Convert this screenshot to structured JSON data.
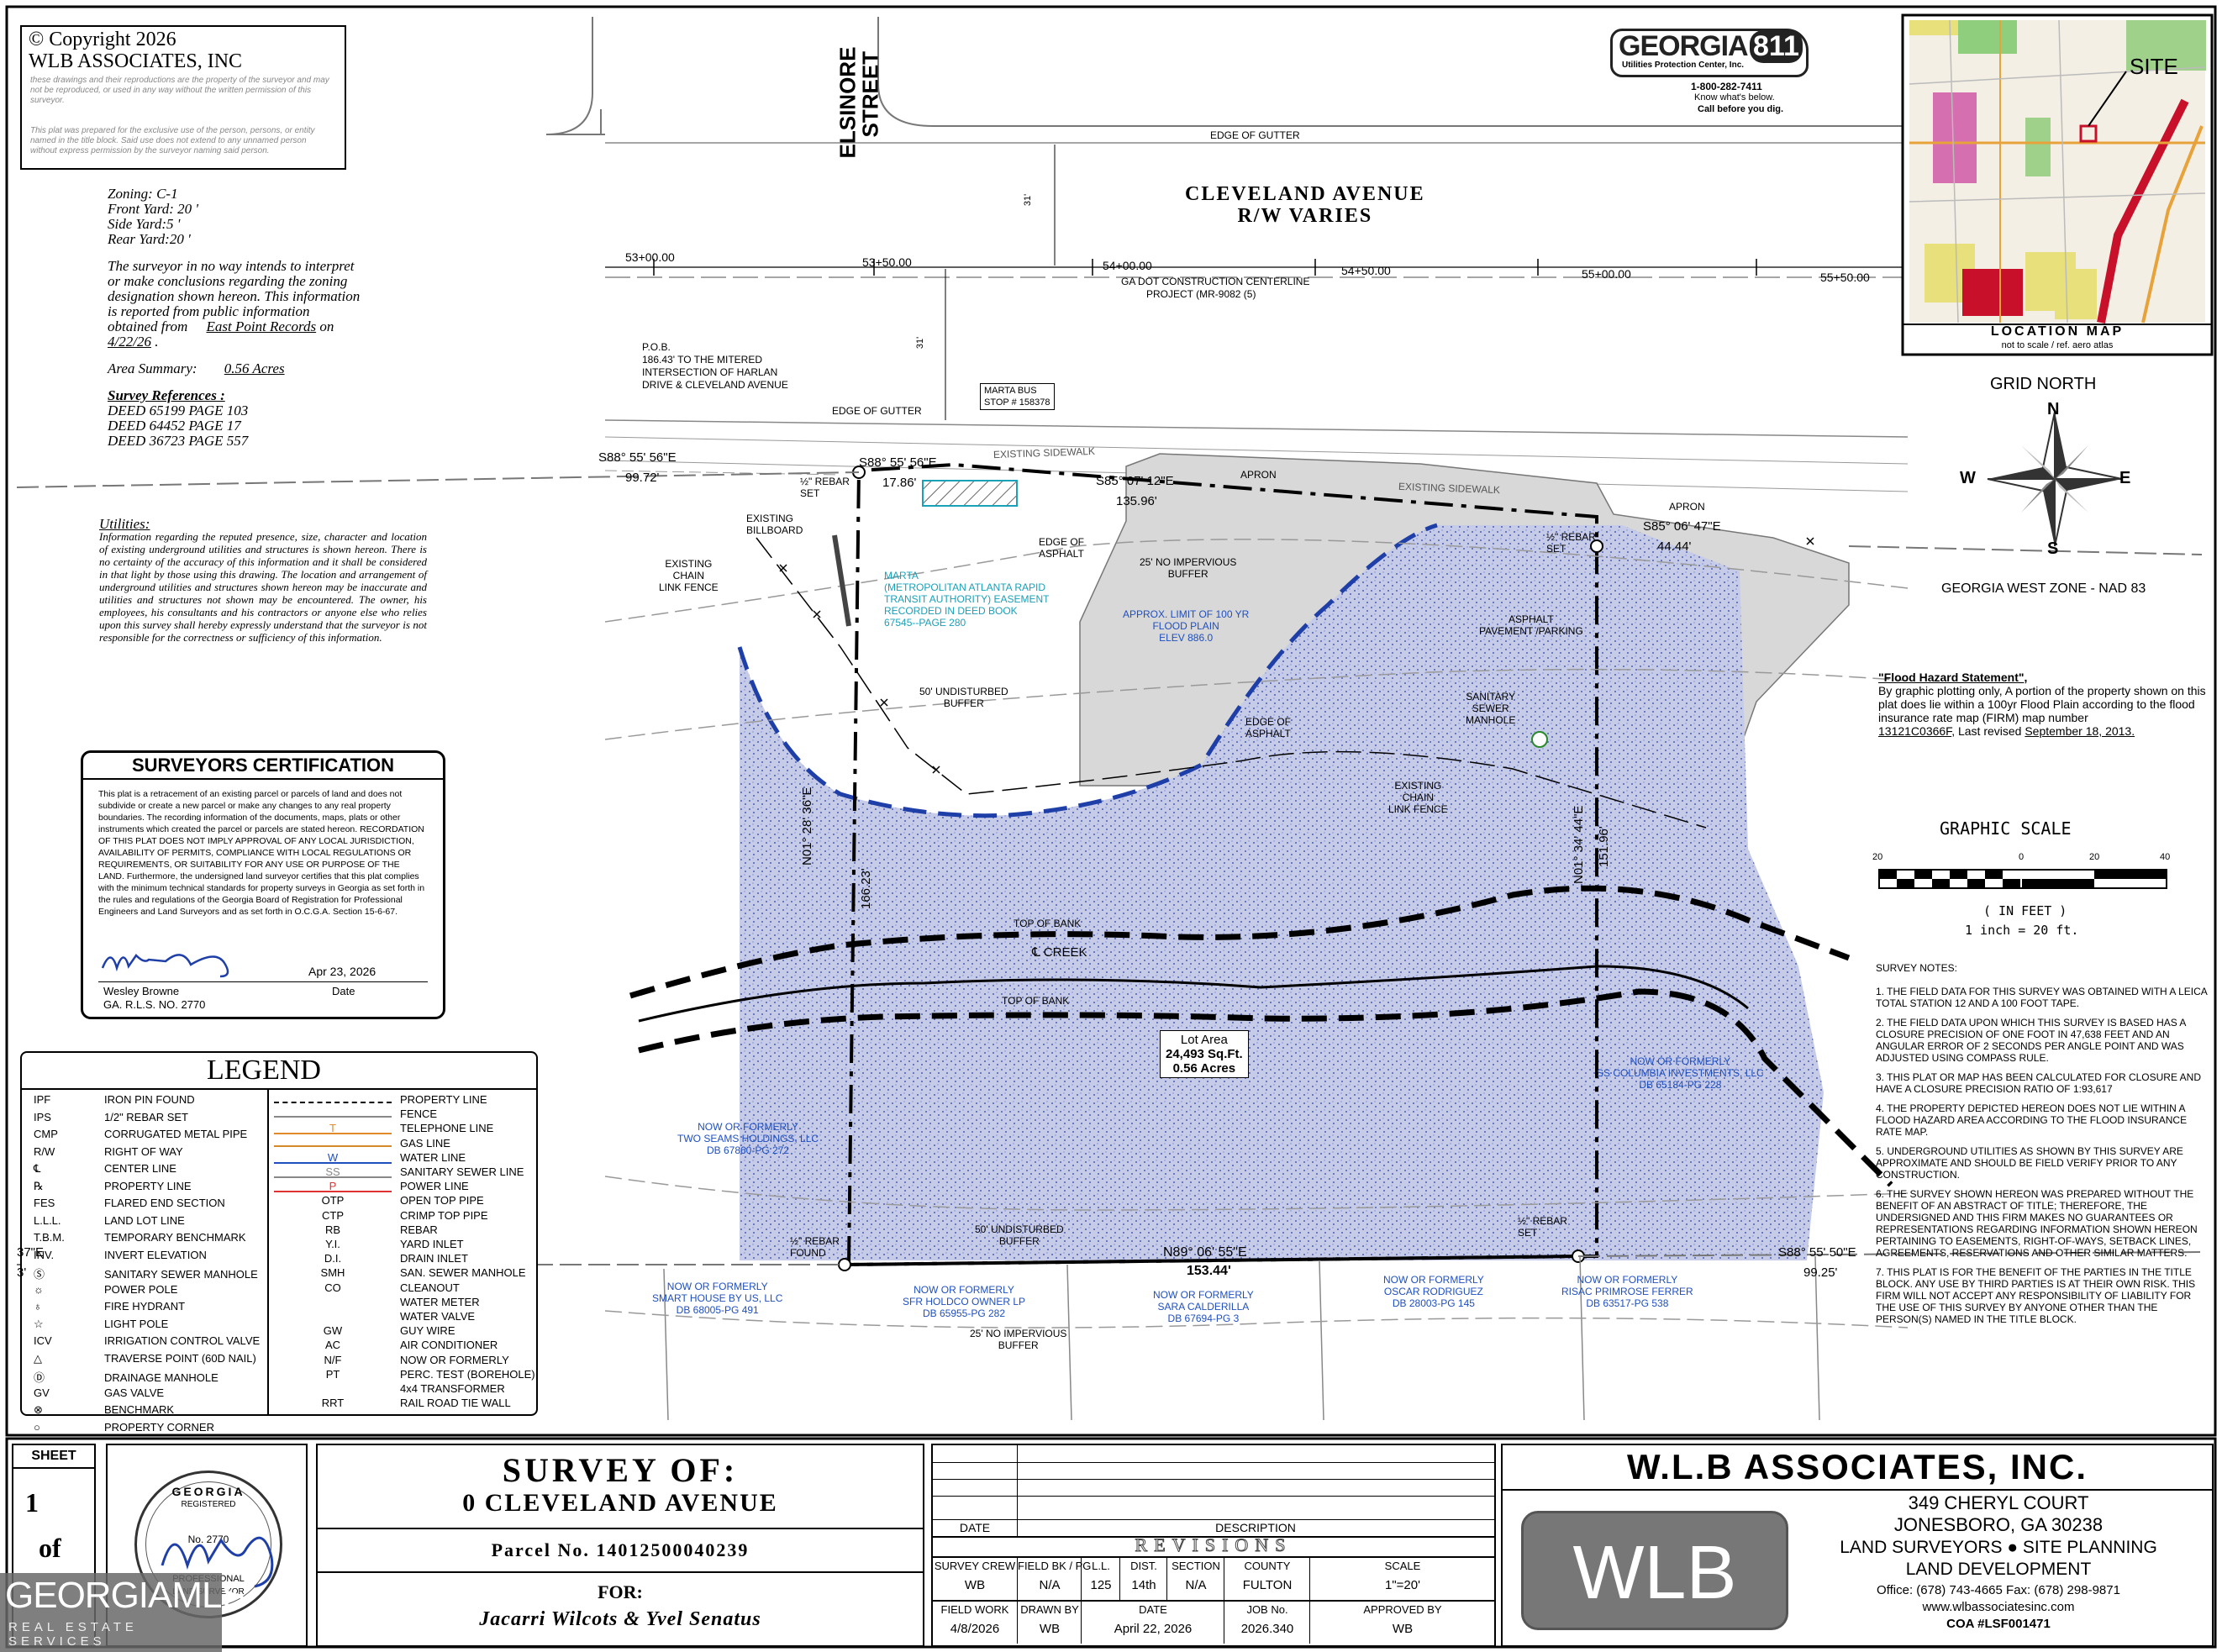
{
  "copyright": {
    "title": "© Copyright 2026",
    "firm": "WLB ASSOCIATES, INC",
    "fine1": "these drawings and their reproductions are the property of the surveyor and may not be reproduced, or used in any way without the written permission of this surveyor.",
    "fine2": "This plat was prepared for the exclusive use of the person, persons, or entity named in the title block. Said use does not extend to any unnamed person without express permission by the surveyor naming said person."
  },
  "zoning": {
    "lines": [
      "Zoning: C-1",
      "Front Yard: 20 '",
      "Side Yard:5 '",
      "Rear Yard:20 '"
    ],
    "disclaimer": [
      "The surveyor in no way intends to interpret",
      "or make conclusions regarding the zoning",
      "designation shown hereon.  This information",
      "is reported from public information",
      "obtained from"
    ],
    "source": "East Point Records",
    "on": "on",
    "date": "4/22/26",
    "area_label": "Area Summary:",
    "area_value": "0.56 Acres",
    "refs_title": "Survey References :",
    "refs": [
      "DEED 65199 PAGE 103",
      "DEED 64452 PAGE 17",
      "DEED 36723 PAGE 557"
    ]
  },
  "utilities": {
    "title": "Utilities:",
    "text": "Information regarding the reputed presence, size, character and location of existing underground utilities and structures is shown hereon. There is no certainty of the accuracy of this information and it shall be considered in that light by those using this drawing. The location and arrangement of underground utilities and structures shown hereon may be inaccurate and utilities and structures not shown may be encountered. The owner, his employees, his consultants and his contractors or anyone else who relies upon this survey shall hereby expressly understand that the surveyor is not responsible for the correctness or sufficiency of this information."
  },
  "certification": {
    "title": "SURVEYORS CERTIFICATION",
    "text": "This plat is a retracement of an existing parcel or parcels of land and does not subdivide or create a new parcel or make any changes to any real property boundaries. The recording information of the documents, maps, plats or other instruments which created the parcel or parcels are stated hereon. RECORDATION OF THIS PLAT DOES NOT IMPLY APPROVAL OF ANY LOCAL JURISDICTION, AVAILABILITY OF PERMITS, COMPLIANCE WITH LOCAL REGULATIONS OR REQUIREMENTS, OR SUITABILITY FOR ANY USE OR PURPOSE OF THE LAND. Furthermore, the undersigned land surveyor certifies that this plat complies with the minimum technical standards for property surveys in Georgia as set forth in the rules and regulations of the Georgia Board of Registration for Professional Engineers and Land Surveyors and as set forth in O.C.G.A. Section 15-6-67.",
    "date": "Apr 23, 2026",
    "name": "Wesley Browne",
    "rls": "GA. R.L.S. NO. 2770",
    "date_label": "Date"
  },
  "legend": {
    "title": "LEGEND",
    "abbr": [
      [
        "IPF",
        "IRON PIN FOUND"
      ],
      [
        "IPS",
        "1/2\" REBAR SET"
      ],
      [
        "CMP",
        "CORRUGATED METAL PIPE"
      ],
      [
        "R/W",
        "RIGHT OF WAY"
      ],
      [
        "℄",
        "CENTER LINE"
      ],
      [
        "℞",
        "PROPERTY LINE"
      ],
      [
        "FES",
        "FLARED END SECTION"
      ],
      [
        "L.L.L.",
        "LAND LOT LINE"
      ],
      [
        "T.B.M.",
        "TEMPORARY BENCHMARK"
      ],
      [
        "INV.",
        "INVERT ELEVATION"
      ],
      [
        "Ⓢ",
        "SANITARY SEWER MANHOLE"
      ],
      [
        "☼",
        "POWER POLE"
      ],
      [
        "♁",
        "FIRE HYDRANT"
      ],
      [
        "☆",
        "LIGHT POLE"
      ],
      [
        "ICV",
        "IRRIGATION CONTROL VALVE"
      ],
      [
        "△",
        "TRAVERSE POINT (60D NAIL)"
      ],
      [
        "Ⓓ",
        "DRAINAGE MANHOLE"
      ],
      [
        "GV",
        "GAS VALVE"
      ],
      [
        "⊗",
        "BENCHMARK"
      ],
      [
        "○",
        "PROPERTY CORNER"
      ]
    ],
    "lines": [
      [
        "",
        "PROPERTY LINE"
      ],
      [
        "",
        "FENCE"
      ],
      [
        "T",
        "TELEPHONE LINE"
      ],
      [
        "",
        "GAS LINE"
      ],
      [
        "W",
        "WATER LINE"
      ],
      [
        "SS",
        "SANITARY SEWER LINE"
      ],
      [
        "P",
        "POWER LINE"
      ],
      [
        "OTP",
        "OPEN TOP PIPE"
      ],
      [
        "CTP",
        "CRIMP TOP PIPE"
      ],
      [
        "RB",
        "REBAR"
      ],
      [
        "Y.I.",
        "YARD INLET"
      ],
      [
        "D.I.",
        "DRAIN INLET"
      ],
      [
        "SMH",
        "SAN. SEWER MANHOLE"
      ],
      [
        "CO",
        "CLEANOUT"
      ],
      [
        "",
        "WATER METER"
      ],
      [
        "",
        "WATER VALVE"
      ],
      [
        "GW",
        "GUY WIRE"
      ],
      [
        "AC",
        "AIR CONDITIONER"
      ],
      [
        "N/F",
        "NOW OR FORMERLY"
      ],
      [
        "PT",
        "PERC. TEST (BOREHOLE)"
      ],
      [
        "",
        "4x4 TRANSFORMER"
      ],
      [
        "RRT",
        "RAIL ROAD TIE WALL"
      ]
    ]
  },
  "ga811": {
    "brand": "GEORGIA",
    "num": "811",
    "sub": "Utilities Protection Center, Inc.",
    "phone": "1-800-282-7411",
    "know": "Know what's below.",
    "call": "Call before you dig."
  },
  "location_map": {
    "site": "SITE",
    "title": "LOCATION MAP",
    "sub": "not to scale / ref. aero atlas"
  },
  "north": {
    "title": "GRID NORTH",
    "n": "N",
    "s": "S",
    "e": "E",
    "w": "W",
    "zone": "GEORGIA WEST ZONE - NAD 83"
  },
  "flood": {
    "title": "\"Flood Hazard Statement\",",
    "text": "By graphic plotting only, A portion of the  property shown on this plat does lie within a 100yr Flood Plain according to the flood insurance rate map (FIRM) map number",
    "panel": "13121C0366F",
    "revised_pre": ", Last revised",
    "revised": "September 18, 2013."
  },
  "scale": {
    "title": "GRAPHIC SCALE",
    "ticks": [
      "20",
      "0",
      "20",
      "40"
    ],
    "in_feet": "( IN FEET )",
    "ratio": "1 inch = 20  ft."
  },
  "survey_notes": {
    "title": "SURVEY NOTES:",
    "items": [
      "1.  THE FIELD DATA FOR THIS SURVEY WAS OBTAINED WITH A LEICA TOTAL STATION 12 AND A 100 FOOT TAPE.",
      "2.  THE FIELD DATA UPON WHICH THIS SURVEY IS BASED HAS A CLOSURE PRECISION OF ONE FOOT IN  47,638  FEET AND AN ANGULAR ERROR OF  2  SECONDS PER ANGLE POINT AND WAS ADJUSTED USING COMPASS RULE.",
      "3.  THIS PLAT OR MAP HAS BEEN CALCULATED FOR CLOSURE AND HAVE A CLOSURE PRECISION RATIO OF 1:93,617",
      "4.  THE PROPERTY DEPICTED HEREON DOES NOT LIE WITHIN A FLOOD HAZARD AREA ACCORDING TO THE FLOOD INSURANCE RATE MAP.",
      "5.  UNDERGROUND UTILITIES AS SHOWN BY THIS SURVEY ARE APPROXIMATE AND SHOULD BE FIELD VERIFY PRIOR TO ANY CONSTRUCTION.",
      "6.  THE SURVEY SHOWN HEREON WAS PREPARED WITHOUT THE BENEFIT OF AN ABSTRACT OF TITLE; THEREFORE, THE UNDERSIGNED AND THIS FIRM MAKES NO GUARANTEES OR REPRESENTATIONS REGARDING INFORMATION SHOWN HEREON PERTAINING TO EASEMENTS, RIGHT-OF-WAYS, SETBACK LINES, AGREEMENTS, RESERVATIONS AND OTHER SIMILAR MATTERS.",
      "7.  THIS PLAT IS FOR THE BENEFIT OF THE PARTIES IN THE TITLE BLOCK. ANY USE BY THIRD PARTIES IS AT THEIR OWN RISK. THIS FIRM WILL NOT ACCEPT ANY RESPONSIBILITY OF LIABILITY FOR THE USE OF THIS SURVEY BY ANYONE OTHER THAN THE PERSON(S) NAMED IN THE TITLE BLOCK."
    ]
  },
  "plat": {
    "street_elsinore": [
      "ELSINORE",
      "STREET"
    ],
    "cleveland": [
      "CLEVELAND AVENUE",
      "R/W VARIES"
    ],
    "edge_gutter": "EDGE OF GUTTER",
    "edge_gutter2": "EDGE OF GUTTER",
    "thirty1": "31'",
    "thirty2": "31'",
    "stations": [
      "53+00.00",
      "53+50.00",
      "54+00.00",
      "54+50.00",
      "55+00.00",
      "55+50.00"
    ],
    "centerline": [
      "GA DOT CONSTRUCTION CENTERLINE",
      "PROJECT (MR-9082 (5)"
    ],
    "pob": [
      "P.O.B.",
      "186.43' TO THE MITERED",
      "INTERSECTION OF HARLAN",
      "DRIVE & CLEVELAND AVENUE"
    ],
    "marta_bus": [
      "MARTA BUS",
      "STOP # 158378"
    ],
    "existing_sidewalk": "EXISTING SIDEWALK",
    "existing_sidewalk2": "EXISTING SIDEWALK",
    "apron": "APRON",
    "apron2": "APRON",
    "bearings": {
      "b1": "S88° 55' 56\"E",
      "d1": "99.72'",
      "b2": "S88° 55' 56\"E",
      "d2": "17.86'",
      "b3": "S85° 07' 12\"E",
      "d3": "135.96'",
      "b4": "S85° 06' 47\"E",
      "d4": "44.44'",
      "b5": "N01° 28' 36\"E",
      "d5": "166.23'",
      "b6": "N01° 34' 44\"E",
      "d6": "151.96'",
      "b7": "N89° 06' 55\"E",
      "d7": "153.44'",
      "b8": "S88° 55' 50\"E",
      "d8": "99.25'",
      "b9": "37\"E",
      "d9": "3'"
    },
    "rebar_set": [
      "½\" REBAR",
      "SET"
    ],
    "rebar_set2": [
      "½\" REBAR",
      "SET"
    ],
    "rebar_set3": [
      "½\" REBAR",
      "SET"
    ],
    "rebar_found": [
      "½\" REBAR",
      "FOUND"
    ],
    "billboard": [
      "EXISTING",
      "BILLBOARD"
    ],
    "chain_fence": [
      "EXISTING",
      "CHAIN",
      "LINK FENCE"
    ],
    "chain_fence2": [
      "EXISTING",
      "CHAIN",
      "LINK FENCE"
    ],
    "marta_ease": [
      "MARTA",
      "(METROPOLITAN ATLANTA RAPID",
      "TRANSIT AUTHORITY) EASEMENT",
      "RECORDED IN DEED BOOK",
      "67545--PAGE 280"
    ],
    "edge_asphalt": [
      "EDGE OF",
      "ASPHALT"
    ],
    "edge_asphalt2": [
      "EDGE OF",
      "ASPHALT"
    ],
    "no_imperv": [
      "25' NO IMPERVIOUS",
      "BUFFER"
    ],
    "no_imperv2": [
      "25' NO IMPERVIOUS",
      "BUFFER"
    ],
    "flood_limit": [
      "APPROX. LIMIT OF 100 YR",
      "FLOOD PLAIN",
      "ELEV 886.0"
    ],
    "asphalt_parking": [
      "ASPHALT",
      "PAVEMENT /PARKING"
    ],
    "sewer_mh": [
      "SANITARY",
      "SEWER",
      "MANHOLE"
    ],
    "undisturbed": [
      "50' UNDISTURBED",
      "BUFFER"
    ],
    "undisturbed2": [
      "50' UNDISTURBED",
      "BUFFER"
    ],
    "top_bank": "TOP OF BANK",
    "top_bank2": "TOP OF BANK",
    "creek": "℄ CREEK",
    "lot_area": [
      "Lot Area",
      "24,493 Sq.Ft.",
      "0.56 Acres"
    ],
    "nf": [
      [
        "NOW OR FORMERLY",
        "TWO SEAMS HOLDINGS, LLC",
        "DB 67860-PG 272"
      ],
      [
        "NOW OR FORMERLY",
        "SS COLUMBIA INVESTMENTS, LLC",
        "DB 65184-PG 228"
      ],
      [
        "NOW OR FORMERLY",
        "SMART HOUSE BY US, LLC",
        "DB 68005-PG 491"
      ],
      [
        "NOW OR FORMERLY",
        "SFR HOLDCO OWNER LP",
        "DB 65955-PG 282"
      ],
      [
        "NOW OR FORMERLY",
        "SARA CALDERILLA",
        "DB 67694-PG 3"
      ],
      [
        "NOW OR FORMERLY",
        "OSCAR RODRIGUEZ",
        "DB 28003-PG 145"
      ],
      [
        "NOW OR FORMERLY",
        "RISAC PRIMROSE FERRER",
        "DB 63517-PG 538"
      ]
    ]
  },
  "titleblock": {
    "sheet_label": "SHEET",
    "sheet_num": "1",
    "sheet_of": "of",
    "seal": [
      "GEORGIA",
      "REGISTERED",
      "No. 2770",
      "PROFESSIONAL",
      "LAND SURVEYOR"
    ],
    "survey_of": "SURVEY OF:",
    "address": "0 CLEVELAND AVENUE",
    "parcel": "Parcel No. 14012500040239",
    "for": "FOR:",
    "client": "Jacarri Wilcots & Yvel Senatus",
    "rev_date": "DATE",
    "rev_desc": "DESCRIPTION",
    "revisions": "REVISIONS",
    "grid": [
      [
        "SURVEY CREW",
        "WB"
      ],
      [
        "FIELD BK / PG",
        "N/A"
      ],
      [
        "L.L.",
        "125"
      ],
      [
        "DIST.",
        "14th"
      ],
      [
        "SECTION",
        "N/A"
      ],
      [
        "COUNTY",
        "FULTON"
      ],
      [
        "SCALE",
        "1\"=20'"
      ]
    ],
    "grid2": [
      [
        "FIELD WORK",
        "4/8/2026"
      ],
      [
        "DRAWN BY",
        "WB"
      ],
      [
        "DATE",
        "April 22, 2026"
      ],
      [
        "JOB No.",
        "2026.340"
      ],
      [
        "APPROVED BY",
        "WB"
      ]
    ],
    "firm": "W.L.B ASSOCIATES, INC.",
    "logo": "WLB",
    "addr1": "349 CHERYL COURT",
    "addr2": "JONESBORO, GA 30238",
    "svc1": "LAND SURVEYORS ● SITE PLANNING",
    "svc2": "LAND DEVELOPMENT",
    "phone": "Office: (678) 743-4665  Fax: (678) 298-9871",
    "web": "www.wlbassociatesinc.com",
    "coa": "COA #LSF001471"
  },
  "watermark": {
    "brand": "GEORGIAMLS",
    "sub": "REAL ESTATE SERVICES"
  },
  "colors": {
    "blue": "#1f4fbf",
    "cyan": "#1aa0b8",
    "flood_fill": "#c9cde6",
    "pavement": "#d6d6d6"
  }
}
